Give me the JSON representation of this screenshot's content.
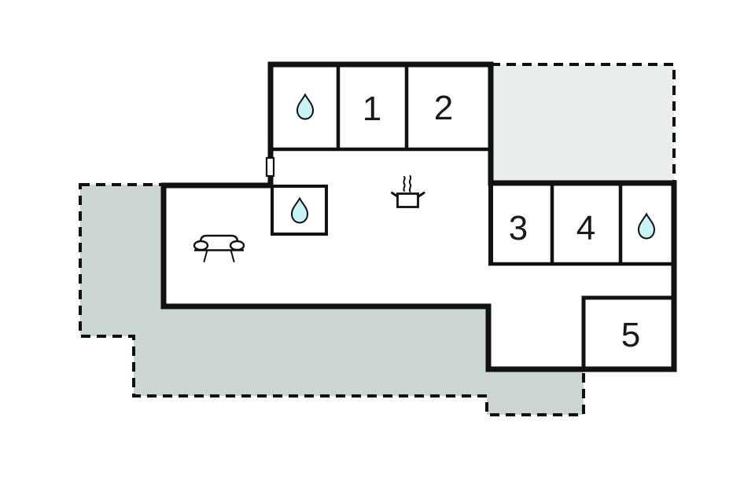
{
  "floorplan": {
    "kind": "floor-plan",
    "colors": {
      "background": "#ffffff",
      "wall": "#111111",
      "interior_fill": "#ffffff",
      "terrace_top_fill": "#e9edec",
      "terrace_side_fill": "#cbd5d3",
      "water_drop_fill": "#c8f4f8",
      "label_color": "#1a1a1a"
    },
    "rooms": [
      {
        "label": "1"
      },
      {
        "label": "2"
      },
      {
        "label": "3"
      },
      {
        "label": "4"
      },
      {
        "label": "5"
      }
    ],
    "icons": [
      "water-drop-icon",
      "water-drop-icon",
      "water-drop-icon",
      "stove-pot-icon",
      "sofa-icon",
      "door-icon"
    ]
  }
}
